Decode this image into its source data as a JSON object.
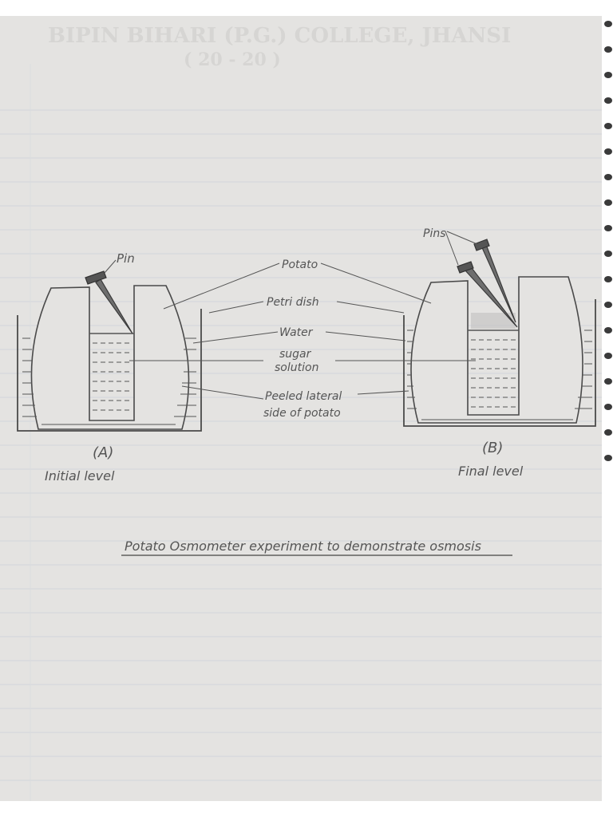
{
  "header": {
    "college": "BIPIN BIHARI (P.G.) COLLEGE, JHANSI",
    "session": "( 20 - 20 )"
  },
  "labels": {
    "pin": "Pin",
    "pins": "Pins",
    "potato": "Potato",
    "petri_dish": "Petri dish",
    "water": "Water",
    "sugar_line1": "sugar",
    "sugar_line2": "solution",
    "peeled_line1": "Peeled lateral",
    "peeled_line2": "side of potato"
  },
  "captions": {
    "a_letter": "(A)",
    "a_text": "Initial level",
    "b_letter": "(B)",
    "b_text": "Final level"
  },
  "title": "Potato Osmometer experiment to demonstrate osmosis",
  "colors": {
    "paper": "#e4e3e1",
    "ink": "#4a4a4a",
    "line": "#d2d7dc"
  }
}
